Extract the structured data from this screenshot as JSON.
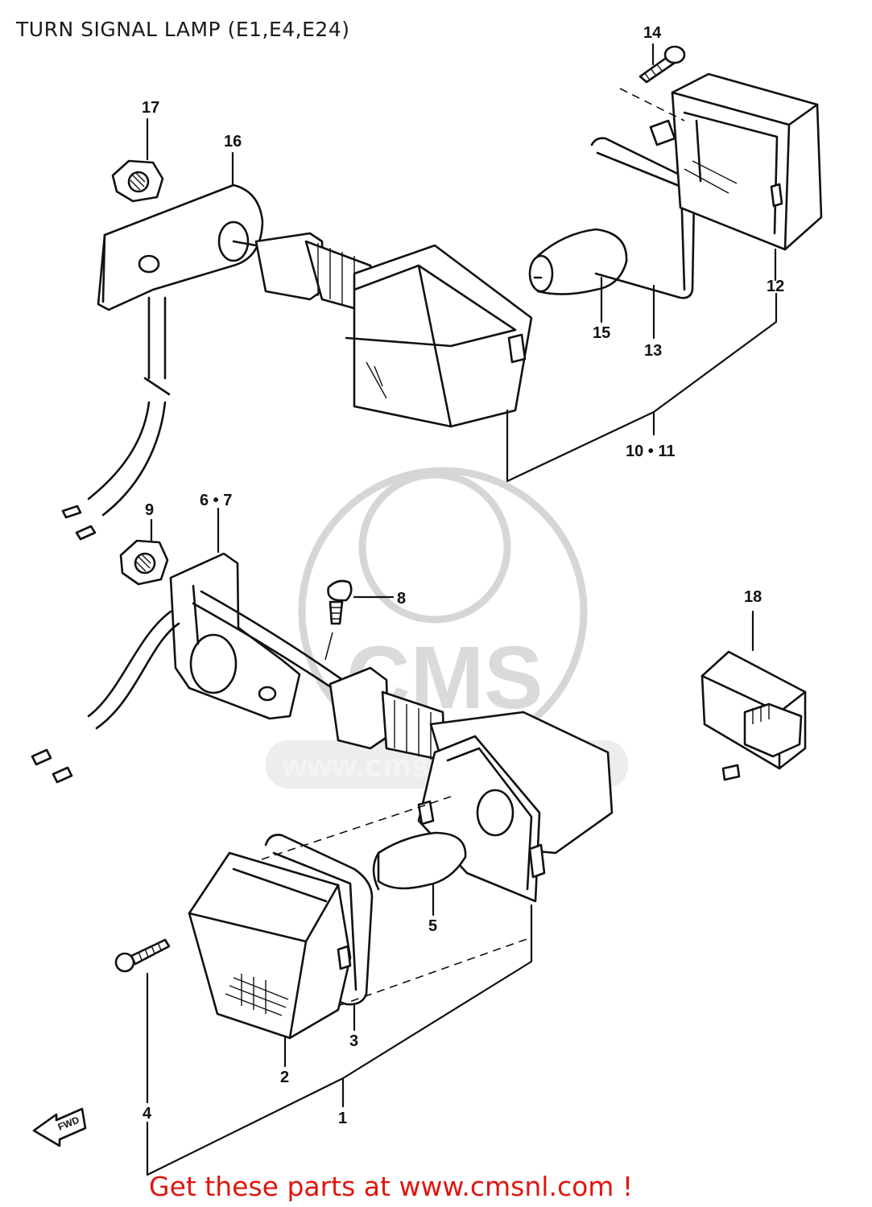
{
  "title": "TURN SIGNAL LAMP (E1,E4,E24)",
  "footer": "Get these parts at www.cmsnl.com !",
  "watermark": {
    "text": "CMS",
    "url_text": "www.cmsnl.com"
  },
  "callouts": {
    "c1": "1",
    "c2": "2",
    "c3": "3",
    "c4": "4",
    "c5": "5",
    "c67": "6 • 7",
    "c8": "8",
    "c9": "9",
    "c1011": "10 • 11",
    "c12": "12",
    "c13": "13",
    "c14": "14",
    "c15": "15",
    "c16": "16",
    "c17": "17",
    "c18": "18"
  },
  "fwd_arrow": "FWD",
  "colors": {
    "footer": "#e0160f",
    "line": "#111111",
    "watermark": "#d6d6d6"
  }
}
